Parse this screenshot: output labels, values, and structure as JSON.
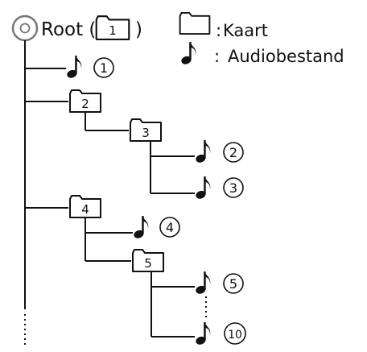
{
  "root": {
    "label": "Root (",
    "close": ")",
    "folder_number": "1"
  },
  "legend": {
    "folder_label": "Kaart",
    "folder_sep": ":",
    "file_label": "Audiobestand",
    "file_sep": ":"
  },
  "folders": [
    {
      "id": "f2",
      "number": "2"
    },
    {
      "id": "f3",
      "number": "3"
    },
    {
      "id": "f4",
      "number": "4"
    },
    {
      "id": "f5",
      "number": "5"
    }
  ],
  "files": [
    {
      "id": "a1",
      "number": "1"
    },
    {
      "id": "a2",
      "number": "2"
    },
    {
      "id": "a3",
      "number": "3"
    },
    {
      "id": "a4",
      "number": "4"
    },
    {
      "id": "a5",
      "number": "5"
    },
    {
      "id": "a10",
      "number": "10"
    }
  ]
}
